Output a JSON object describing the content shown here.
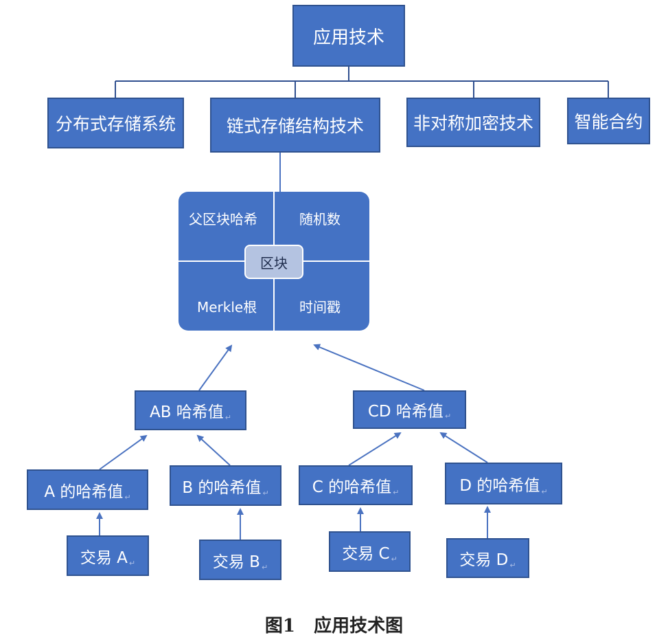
{
  "top": {
    "label": "应用技术"
  },
  "level2": [
    {
      "label": "分布式存储系统"
    },
    {
      "label": "链式存储结构技术"
    },
    {
      "label": "非对称加密技术"
    },
    {
      "label": "智能合约"
    }
  ],
  "block": {
    "center": "区块",
    "top_left": "父区块哈希",
    "top_right": "随机数",
    "bottom_left": "Merkle根",
    "bottom_right": "时间戳"
  },
  "hashes": {
    "ab": "AB 哈希值",
    "cd": "CD 哈希值",
    "a": "A 的哈希值",
    "b": "B 的哈希值",
    "c": "C 的哈希值",
    "d": "D 的哈希值"
  },
  "transactions": {
    "a": "交易 A",
    "b": "交易 B",
    "c": "交易 C",
    "d": "交易 D"
  },
  "paragraph_mark": "↵",
  "caption": "图1   应用技术图",
  "colors": {
    "box": "#4472C4",
    "box_border": "#2f528f",
    "center": "#b4c3e1",
    "line": "#4a72c0"
  }
}
